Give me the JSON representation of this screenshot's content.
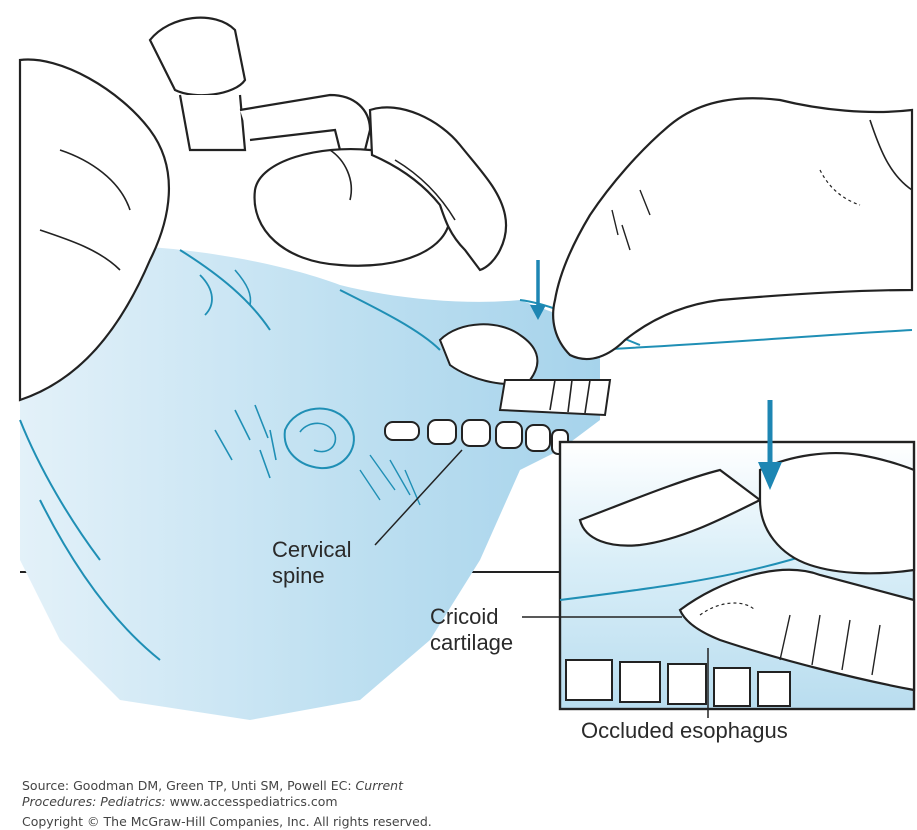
{
  "labels": {
    "cervical_spine_line1": "Cervical",
    "cervical_spine_line2": "spine",
    "cricoid_line1": "Cricoid",
    "cricoid_line2": "cartilage",
    "occluded_esophagus": "Occluded esophagus"
  },
  "caption": {
    "source_prefix": "Source: Goodman DM, Green TP, Unti SM, Powell EC: ",
    "source_title_part1": "Current",
    "source_title_part2": "Procedures: Pediatrics:",
    "source_url": " www.accesspediatrics.com",
    "copyright": "Copyright © The McGraw-Hill Companies, Inc. All rights reserved."
  },
  "colors": {
    "outline": "#1f8fb5",
    "fill_light": "#d6ecf6",
    "fill_mid": "#a9d6ec",
    "arrow": "#1d86b3",
    "ink": "#1a1a1a"
  }
}
